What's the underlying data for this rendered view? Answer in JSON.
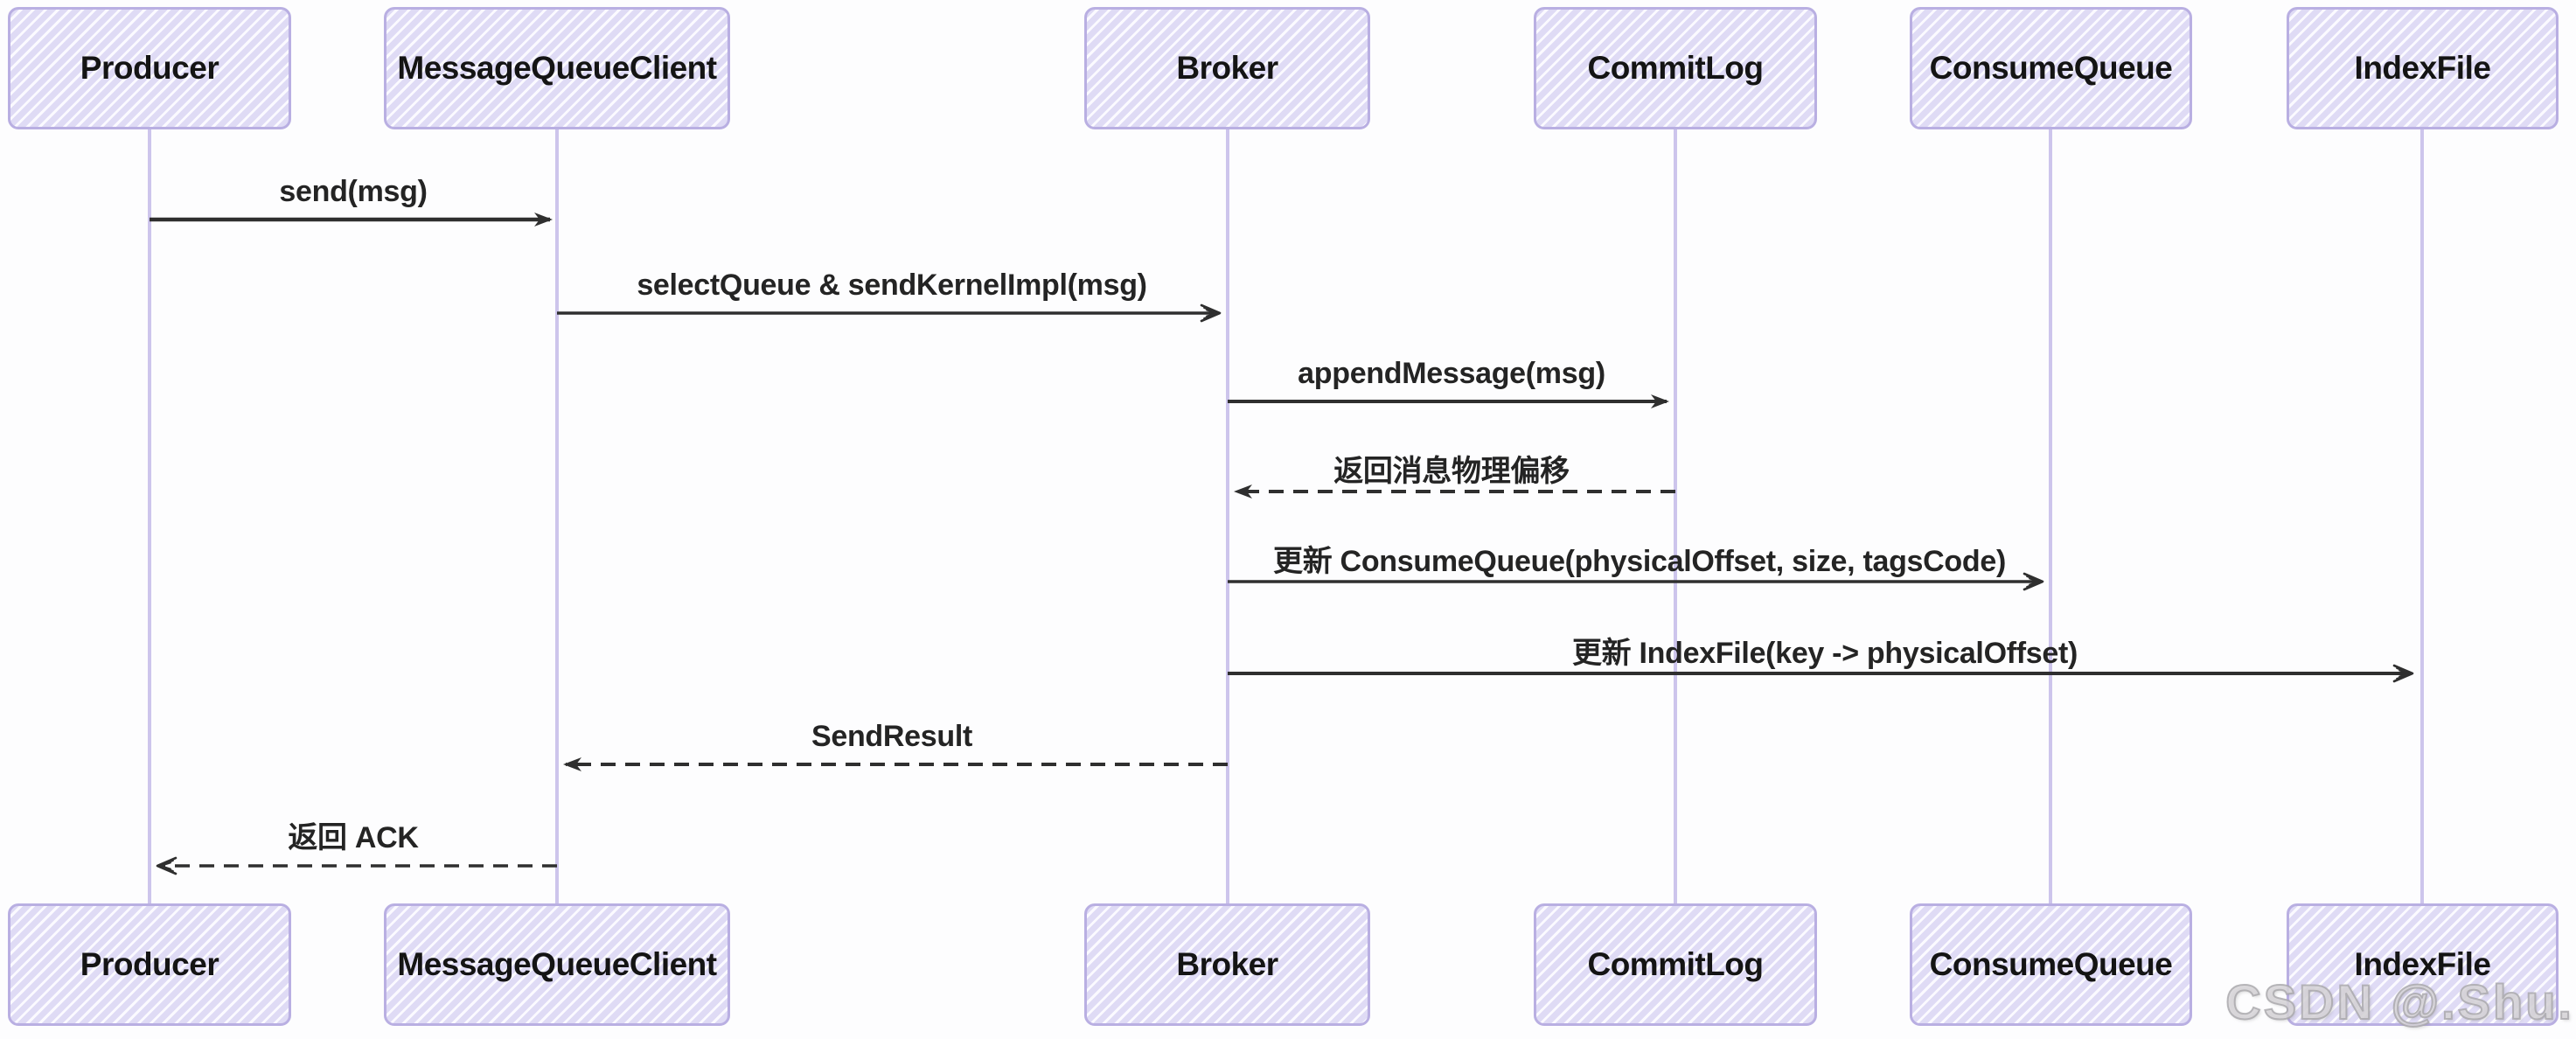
{
  "diagram": {
    "type": "sequence-diagram",
    "participants": [
      {
        "label": "Producer"
      },
      {
        "label": "MessageQueueClient"
      },
      {
        "label": "Broker"
      },
      {
        "label": "CommitLog"
      },
      {
        "label": "ConsumeQueue"
      },
      {
        "label": "IndexFile"
      }
    ],
    "messages": [
      {
        "from": "Producer",
        "to": "MessageQueueClient",
        "label": "send(msg)",
        "line": "solid",
        "arrowhead": "filled"
      },
      {
        "from": "MessageQueueClient",
        "to": "Broker",
        "label": "selectQueue & sendKernelImpl(msg)",
        "line": "solid",
        "arrowhead": "open-sketch"
      },
      {
        "from": "Broker",
        "to": "CommitLog",
        "label": "appendMessage(msg)",
        "line": "solid",
        "arrowhead": "filled"
      },
      {
        "from": "CommitLog",
        "to": "Broker",
        "label": "返回消息物理偏移",
        "line": "dashed",
        "arrowhead": "filled"
      },
      {
        "from": "Broker",
        "to": "ConsumeQueue",
        "label": "更新 ConsumeQueue(physicalOffset, size, tagsCode)",
        "line": "solid",
        "arrowhead": "open-sketch"
      },
      {
        "from": "Broker",
        "to": "IndexFile",
        "label": "更新 IndexFile(key -> physicalOffset)",
        "line": "solid",
        "arrowhead": "open-sketch"
      },
      {
        "from": "Broker",
        "to": "MessageQueueClient",
        "label": "SendResult",
        "line": "dashed",
        "arrowhead": "filled"
      },
      {
        "from": "MessageQueueClient",
        "to": "Producer",
        "label": "返回 ACK",
        "line": "dashed",
        "arrowhead": "open-sketch"
      }
    ]
  },
  "watermark": {
    "text": "CSDN @.Shu."
  },
  "colors": {
    "box_border": "#b9afe2",
    "box_hatch": "#dfdbf5",
    "lifeline": "#cdc5ec",
    "arrow": "#2f2f2f",
    "text": "#1f1f1f",
    "watermark": "#c8c8c8"
  }
}
